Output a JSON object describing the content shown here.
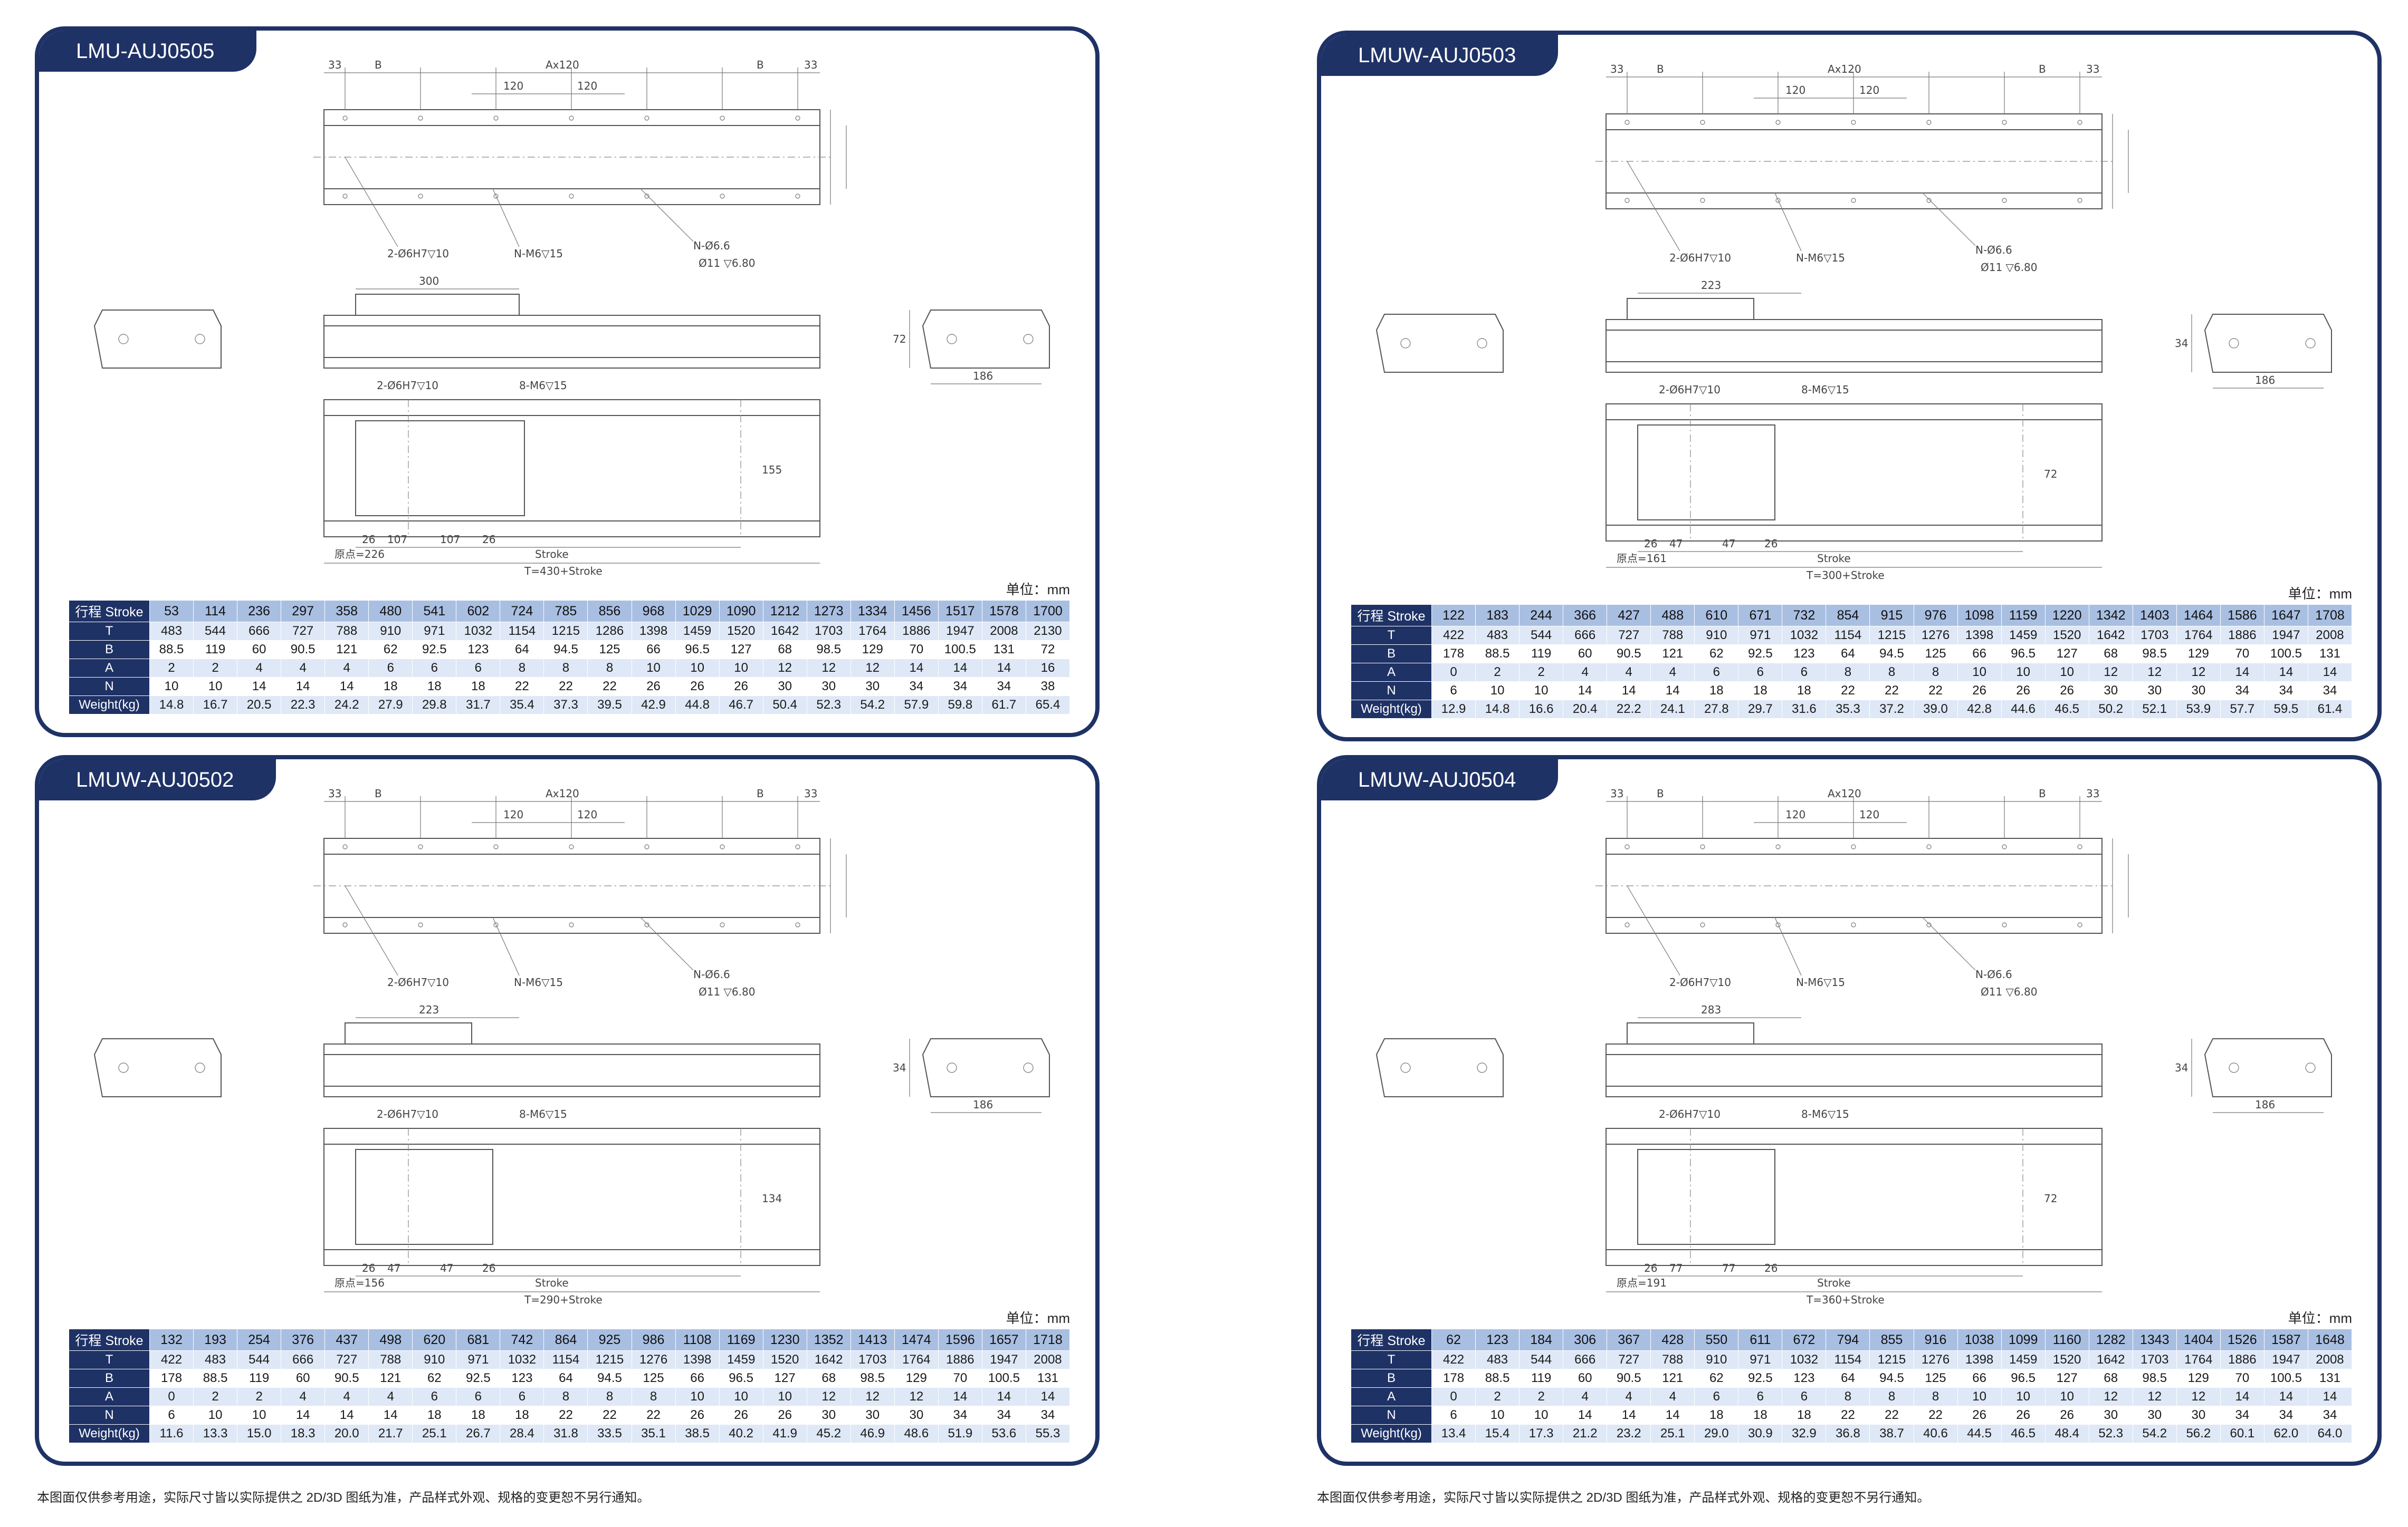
{
  "footer_note": "本图面仅供参考用途，实际尺寸皆以实际提供之 2D/3D 图纸为准，产品样式外观、规格的变更恕不另行通知。",
  "panels": [
    {
      "model": "LMU-AUJ0505",
      "unit": "单位：mm",
      "labels": {
        "d1": "33",
        "d2": "B",
        "d3": "Ax120",
        "d4": "120",
        "d5": "120",
        "d6": "B",
        "d7": "33",
        "c1": "2-Ø6H7▽10",
        "c2": "N-M6▽15",
        "c3": "N-Ø6.6",
        "c4": "Ø11 ▽6.80",
        "w": "300",
        "side": "186",
        "h": "72",
        "s1": "2-Ø6H7▽10",
        "s2": "8-M6▽15",
        "a1": "26",
        "a2": "107",
        "a3": "107",
        "a4": "26",
        "org": "原点=226",
        "stroke": "Stroke",
        "total": "T=430+Stroke",
        "v1": "155"
      },
      "table": {
        "header_label": "行程 Stroke",
        "stroke": [
          "53",
          "114",
          "236",
          "297",
          "358",
          "480",
          "541",
          "602",
          "724",
          "785",
          "856",
          "968",
          "1029",
          "1090",
          "1212",
          "1273",
          "1334",
          "1456",
          "1517",
          "1578",
          "1700"
        ],
        "rows": [
          {
            "label": "T",
            "values": [
              "483",
              "544",
              "666",
              "727",
              "788",
              "910",
              "971",
              "1032",
              "1154",
              "1215",
              "1286",
              "1398",
              "1459",
              "1520",
              "1642",
              "1703",
              "1764",
              "1886",
              "1947",
              "2008",
              "2130"
            ]
          },
          {
            "label": "B",
            "values": [
              "88.5",
              "119",
              "60",
              "90.5",
              "121",
              "62",
              "92.5",
              "123",
              "64",
              "94.5",
              "125",
              "66",
              "96.5",
              "127",
              "68",
              "98.5",
              "129",
              "70",
              "100.5",
              "131",
              "72"
            ]
          },
          {
            "label": "A",
            "values": [
              "2",
              "2",
              "4",
              "4",
              "4",
              "6",
              "6",
              "6",
              "8",
              "8",
              "8",
              "10",
              "10",
              "10",
              "12",
              "12",
              "12",
              "14",
              "14",
              "14",
              "16"
            ]
          },
          {
            "label": "N",
            "values": [
              "10",
              "10",
              "14",
              "14",
              "14",
              "18",
              "18",
              "18",
              "22",
              "22",
              "22",
              "26",
              "26",
              "26",
              "30",
              "30",
              "30",
              "34",
              "34",
              "34",
              "38"
            ]
          },
          {
            "label": "Weight(kg)",
            "values": [
              "14.8",
              "16.7",
              "20.5",
              "22.3",
              "24.2",
              "27.9",
              "29.8",
              "31.7",
              "35.4",
              "37.3",
              "39.5",
              "42.9",
              "44.8",
              "46.7",
              "50.4",
              "52.3",
              "54.2",
              "57.9",
              "59.8",
              "61.7",
              "65.4"
            ]
          }
        ]
      }
    },
    {
      "model": "LMUW-AUJ0503",
      "unit": "单位：mm",
      "labels": {
        "d1": "33",
        "d2": "B",
        "d3": "Ax120",
        "d4": "120",
        "d5": "120",
        "d6": "B",
        "d7": "33",
        "c1": "2-Ø6H7▽10",
        "c2": "N-M6▽15",
        "c3": "N-Ø6.6",
        "c4": "Ø11 ▽6.80",
        "w": "223",
        "side": "186",
        "h": "34",
        "s1": "2-Ø6H7▽10",
        "s2": "8-M6▽15",
        "a1": "26",
        "a2": "47",
        "a3": "47",
        "a4": "26",
        "org": "原点=161",
        "stroke": "Stroke",
        "total": "T=300+Stroke",
        "v1": "72"
      },
      "table": {
        "header_label": "行程 Stroke",
        "stroke": [
          "122",
          "183",
          "244",
          "366",
          "427",
          "488",
          "610",
          "671",
          "732",
          "854",
          "915",
          "976",
          "1098",
          "1159",
          "1220",
          "1342",
          "1403",
          "1464",
          "1586",
          "1647",
          "1708"
        ],
        "rows": [
          {
            "label": "T",
            "values": [
              "422",
              "483",
              "544",
              "666",
              "727",
              "788",
              "910",
              "971",
              "1032",
              "1154",
              "1215",
              "1276",
              "1398",
              "1459",
              "1520",
              "1642",
              "1703",
              "1764",
              "1886",
              "1947",
              "2008"
            ]
          },
          {
            "label": "B",
            "values": [
              "178",
              "88.5",
              "119",
              "60",
              "90.5",
              "121",
              "62",
              "92.5",
              "123",
              "64",
              "94.5",
              "125",
              "66",
              "96.5",
              "127",
              "68",
              "98.5",
              "129",
              "70",
              "100.5",
              "131"
            ]
          },
          {
            "label": "A",
            "values": [
              "0",
              "2",
              "2",
              "4",
              "4",
              "4",
              "6",
              "6",
              "6",
              "8",
              "8",
              "8",
              "10",
              "10",
              "10",
              "12",
              "12",
              "12",
              "14",
              "14",
              "14"
            ]
          },
          {
            "label": "N",
            "values": [
              "6",
              "10",
              "10",
              "14",
              "14",
              "14",
              "18",
              "18",
              "18",
              "22",
              "22",
              "22",
              "26",
              "26",
              "26",
              "30",
              "30",
              "30",
              "34",
              "34",
              "34"
            ]
          },
          {
            "label": "Weight(kg)",
            "values": [
              "12.9",
              "14.8",
              "16.6",
              "20.4",
              "22.2",
              "24.1",
              "27.8",
              "29.7",
              "31.6",
              "35.3",
              "37.2",
              "39.0",
              "42.8",
              "44.6",
              "46.5",
              "50.2",
              "52.1",
              "53.9",
              "57.7",
              "59.5",
              "61.4"
            ]
          }
        ]
      }
    },
    {
      "model": "LMUW-AUJ0502",
      "unit": "单位：mm",
      "labels": {
        "d1": "33",
        "d2": "B",
        "d3": "Ax120",
        "d4": "120",
        "d5": "120",
        "d6": "B",
        "d7": "33",
        "c1": "2-Ø6H7▽10",
        "c2": "N-M6▽15",
        "c3": "N-Ø6.6",
        "c4": "Ø11 ▽6.80",
        "w": "223",
        "side": "186",
        "h": "34",
        "s1": "2-Ø6H7▽10",
        "s2": "8-M6▽15",
        "a1": "26",
        "a2": "47",
        "a3": "47",
        "a4": "26",
        "org": "原点=156",
        "stroke": "Stroke",
        "total": "T=290+Stroke",
        "v1": "134"
      },
      "table": {
        "header_label": "行程 Stroke",
        "stroke": [
          "132",
          "193",
          "254",
          "376",
          "437",
          "498",
          "620",
          "681",
          "742",
          "864",
          "925",
          "986",
          "1108",
          "1169",
          "1230",
          "1352",
          "1413",
          "1474",
          "1596",
          "1657",
          "1718"
        ],
        "rows": [
          {
            "label": "T",
            "values": [
              "422",
              "483",
              "544",
              "666",
              "727",
              "788",
              "910",
              "971",
              "1032",
              "1154",
              "1215",
              "1276",
              "1398",
              "1459",
              "1520",
              "1642",
              "1703",
              "1764",
              "1886",
              "1947",
              "2008"
            ]
          },
          {
            "label": "B",
            "values": [
              "178",
              "88.5",
              "119",
              "60",
              "90.5",
              "121",
              "62",
              "92.5",
              "123",
              "64",
              "94.5",
              "125",
              "66",
              "96.5",
              "127",
              "68",
              "98.5",
              "129",
              "70",
              "100.5",
              "131"
            ]
          },
          {
            "label": "A",
            "values": [
              "0",
              "2",
              "2",
              "4",
              "4",
              "4",
              "6",
              "6",
              "6",
              "8",
              "8",
              "8",
              "10",
              "10",
              "10",
              "12",
              "12",
              "12",
              "14",
              "14",
              "14"
            ]
          },
          {
            "label": "N",
            "values": [
              "6",
              "10",
              "10",
              "14",
              "14",
              "14",
              "18",
              "18",
              "18",
              "22",
              "22",
              "22",
              "26",
              "26",
              "26",
              "30",
              "30",
              "30",
              "34",
              "34",
              "34"
            ]
          },
          {
            "label": "Weight(kg)",
            "values": [
              "11.6",
              "13.3",
              "15.0",
              "18.3",
              "20.0",
              "21.7",
              "25.1",
              "26.7",
              "28.4",
              "31.8",
              "33.5",
              "35.1",
              "38.5",
              "40.2",
              "41.9",
              "45.2",
              "46.9",
              "48.6",
              "51.9",
              "53.6",
              "55.3"
            ]
          }
        ]
      }
    },
    {
      "model": "LMUW-AUJ0504",
      "unit": "单位：mm",
      "labels": {
        "d1": "33",
        "d2": "B",
        "d3": "Ax120",
        "d4": "120",
        "d5": "120",
        "d6": "B",
        "d7": "33",
        "c1": "2-Ø6H7▽10",
        "c2": "N-M6▽15",
        "c3": "N-Ø6.6",
        "c4": "Ø11 ▽6.80",
        "w": "283",
        "side": "186",
        "h": "34",
        "s1": "2-Ø6H7▽10",
        "s2": "8-M6▽15",
        "a1": "26",
        "a2": "77",
        "a3": "77",
        "a4": "26",
        "org": "原点=191",
        "stroke": "Stroke",
        "total": "T=360+Stroke",
        "v1": "72"
      },
      "table": {
        "header_label": "行程 Stroke",
        "stroke": [
          "62",
          "123",
          "184",
          "306",
          "367",
          "428",
          "550",
          "611",
          "672",
          "794",
          "855",
          "916",
          "1038",
          "1099",
          "1160",
          "1282",
          "1343",
          "1404",
          "1526",
          "1587",
          "1648"
        ],
        "rows": [
          {
            "label": "T",
            "values": [
              "422",
              "483",
              "544",
              "666",
              "727",
              "788",
              "910",
              "971",
              "1032",
              "1154",
              "1215",
              "1276",
              "1398",
              "1459",
              "1520",
              "1642",
              "1703",
              "1764",
              "1886",
              "1947",
              "2008"
            ]
          },
          {
            "label": "B",
            "values": [
              "178",
              "88.5",
              "119",
              "60",
              "90.5",
              "121",
              "62",
              "92.5",
              "123",
              "64",
              "94.5",
              "125",
              "66",
              "96.5",
              "127",
              "68",
              "98.5",
              "129",
              "70",
              "100.5",
              "131"
            ]
          },
          {
            "label": "A",
            "values": [
              "0",
              "2",
              "2",
              "4",
              "4",
              "4",
              "6",
              "6",
              "6",
              "8",
              "8",
              "8",
              "10",
              "10",
              "10",
              "12",
              "12",
              "12",
              "14",
              "14",
              "14"
            ]
          },
          {
            "label": "N",
            "values": [
              "6",
              "10",
              "10",
              "14",
              "14",
              "14",
              "18",
              "18",
              "18",
              "22",
              "22",
              "22",
              "26",
              "26",
              "26",
              "30",
              "30",
              "30",
              "34",
              "34",
              "34"
            ]
          },
          {
            "label": "Weight(kg)",
            "values": [
              "13.4",
              "15.4",
              "17.3",
              "21.2",
              "23.2",
              "25.1",
              "29.0",
              "30.9",
              "32.9",
              "36.8",
              "38.7",
              "40.6",
              "44.5",
              "46.5",
              "48.4",
              "52.3",
              "54.2",
              "56.2",
              "60.1",
              "62.0",
              "64.0"
            ]
          }
        ]
      }
    }
  ]
}
